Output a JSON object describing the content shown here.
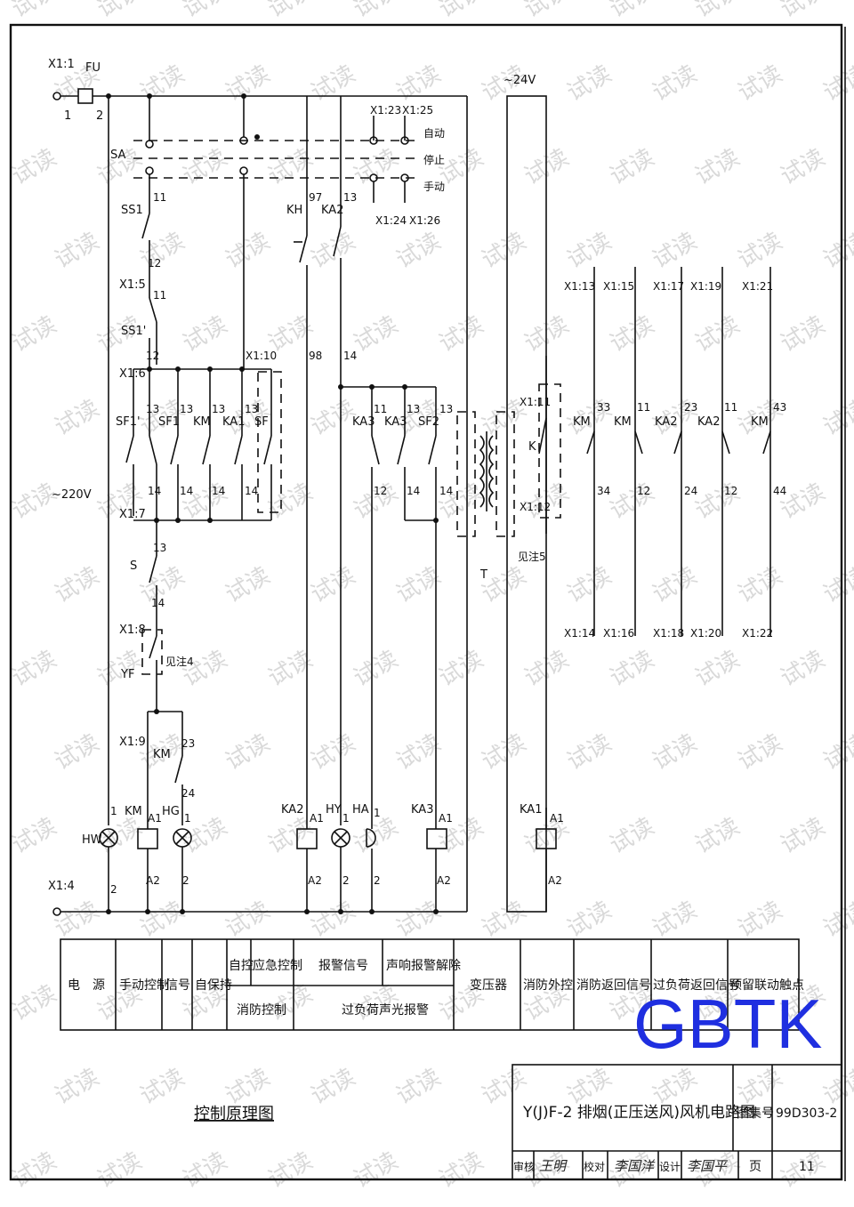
{
  "watermark": "试读",
  "brand": "GBTK",
  "terminals": {
    "x1_1": "X1:1",
    "fu": "FU",
    "t1": "1",
    "t2": "2",
    "sa": "SA",
    "x1_23": "X1:23",
    "x1_25": "X1:25",
    "x1_24": "X1:24",
    "x1_26": "X1:26",
    "auto": "自动",
    "stop": "停止",
    "manual": "手动",
    "ss1": "SS1",
    "n11": "11",
    "n12": "12",
    "x1_5": "X1:5",
    "ss1p": "SS1'",
    "x1_6": "X1:6",
    "sf1p": "SF1'",
    "sf1": "SF1",
    "km": "KM",
    "ka1": "KA1",
    "sf": "SF",
    "x1_10": "X1:10",
    "n13": "13",
    "n14": "14",
    "x1_7": "X1:7",
    "s": "S",
    "x1_8": "X1:8",
    "yf": "YF",
    "see4": "见注4",
    "x1_9": "X1:9",
    "n23": "23",
    "n24": "24",
    "hw": "HW",
    "hg": "HG",
    "a1": "A1",
    "a2": "A2",
    "x1_4": "X1:4",
    "v220": "~220V",
    "kh": "KH",
    "n97": "97",
    "n98": "98",
    "ka2": "KA2",
    "ka3": "KA3",
    "sf2": "SF2",
    "hy": "HY",
    "ha": "HA",
    "v24": "~24V",
    "t": "T",
    "x1_11": "X1:11",
    "x1_12": "X1:12",
    "k": "K",
    "see5": "见注5",
    "x1_13": "X1:13",
    "x1_15": "X1:15",
    "x1_17": "X1:17",
    "x1_19": "X1:19",
    "x1_21": "X1:21",
    "x1_14": "X1:14",
    "x1_16": "X1:16",
    "x1_18": "X1:18",
    "x1_20": "X1:20",
    "x1_22": "X1:22",
    "n33": "33",
    "n34": "34",
    "n43": "43",
    "n44": "44"
  },
  "function_table": {
    "power": "电　源",
    "manual_ctrl": "手动控制",
    "signal": "信号",
    "self_hold": "自保持",
    "auto_ctrl": "自控",
    "emergency": "应急控制",
    "fire_ctrl": "消防控制",
    "alarm_signal": "报警信号",
    "alarm_release": "声响报警解除",
    "overload_alarm": "过负荷声光报警",
    "transformer": "变压器",
    "fire_external": "消防外控",
    "fire_return": "消防返回信号",
    "overload_return": "过负荷返回信号",
    "reserve_contact": "预留联动触点"
  },
  "title_block": {
    "caption": "控制原理图",
    "drawing_title": "Y(J)F-2 排烟(正压送风)风机电路图",
    "atlas_label": "图集号",
    "atlas_no": "99D303-2",
    "review": "审核",
    "check": "校对",
    "design": "设计",
    "page_label": "页",
    "page_no": "11",
    "sig1": "王明",
    "sig2": "李国洋",
    "sig3": "李国平"
  }
}
